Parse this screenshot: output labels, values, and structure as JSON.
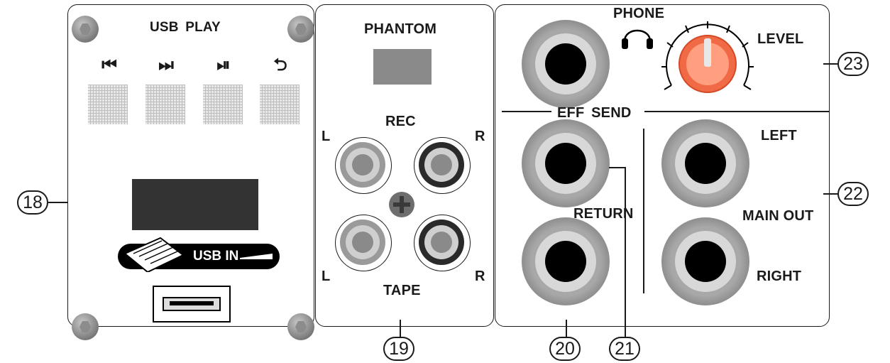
{
  "usb_panel": {
    "title": "USB PLAY",
    "icons": [
      "previous-track",
      "next-track",
      "play-pause",
      "repeat"
    ],
    "usb_in_label": "USB IN"
  },
  "tape_panel": {
    "phantom_label": "PHANTOM",
    "rec_label": "REC",
    "tape_label": "TAPE",
    "left_label": "L",
    "right_label": "R"
  },
  "output_panel": {
    "phone_label": "PHONE",
    "level_label": "LEVEL",
    "eff_send_label": "EFF  SEND",
    "return_label": "RETURN",
    "left_label": "LEFT",
    "main_out_label": "MAIN OUT",
    "right_label": "RIGHT"
  },
  "callouts": {
    "c18": "18",
    "c19": "19",
    "c20": "20",
    "c21": "21",
    "c22": "22",
    "c23": "23"
  },
  "colors": {
    "outline": "#1a1a1a",
    "knob": "#f06a45",
    "display": "#333333",
    "led": "#8a8a8a"
  }
}
